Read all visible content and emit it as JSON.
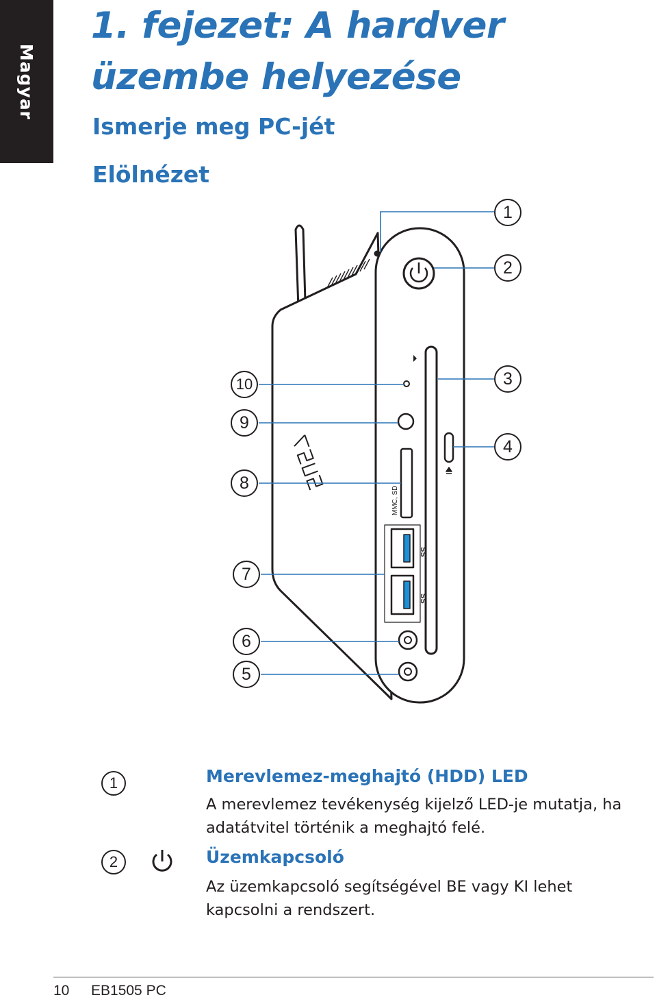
{
  "side_tab": {
    "label": "Magyar"
  },
  "chapter": {
    "title": "1. fejezet: A hardver üzembe helyezése"
  },
  "section": {
    "title": "Ismerje meg PC-jét"
  },
  "subsection": {
    "title": "Elölnézet"
  },
  "figure": {
    "callouts": [
      "1",
      "2",
      "3",
      "4",
      "5",
      "6",
      "7",
      "8",
      "9",
      "10"
    ],
    "card_slot_label": "MMC, SD",
    "usb_label": "SS"
  },
  "items": [
    {
      "number": "1",
      "icon": "",
      "title": "Merevlemez-meghajtó (HDD) LED",
      "text": "A merevlemez tevékenység kijelző LED-je mutatja, ha adatátvitel történik a meghajtó felé."
    },
    {
      "number": "2",
      "icon": "power-icon",
      "title": "Üzemkapcsoló",
      "text": "Az üzemkapcsoló segítségével BE vagy KI lehet kapcsolni a rendszert."
    }
  ],
  "footer": {
    "page_number": "10",
    "model": "EB1505 PC"
  },
  "colors": {
    "accent": "#2a73b7",
    "usb3_blue": "#1f8fd6",
    "text": "#231f20"
  }
}
